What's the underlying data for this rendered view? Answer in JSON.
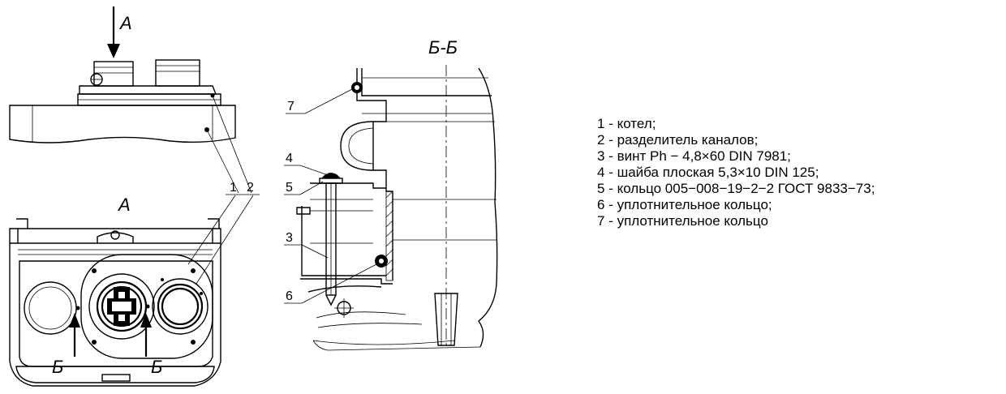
{
  "views": {
    "arrow_view_letter": "А",
    "view_a_title": "А",
    "section_title": "Б-Б",
    "section_marks": [
      "Б",
      "Б"
    ]
  },
  "callouts": {
    "left": [
      "1",
      "2"
    ],
    "section": [
      "7",
      "4",
      "5",
      "3",
      "6"
    ]
  },
  "legend": [
    {
      "num": "1",
      "text": "котел;"
    },
    {
      "num": "2",
      "text": "разделитель каналов;"
    },
    {
      "num": "3",
      "text": "винт Ph − 4,8×60 DIN 7981;"
    },
    {
      "num": "4",
      "text": "шайба плоская 5,3×10 DIN 125;"
    },
    {
      "num": "5",
      "text": "кольцо 005−008−19−2−2 ГОСТ 9833−73;"
    },
    {
      "num": "6",
      "text": "уплотнительное кольцо;"
    },
    {
      "num": "7",
      "text": "уплотнительное кольцо"
    }
  ]
}
